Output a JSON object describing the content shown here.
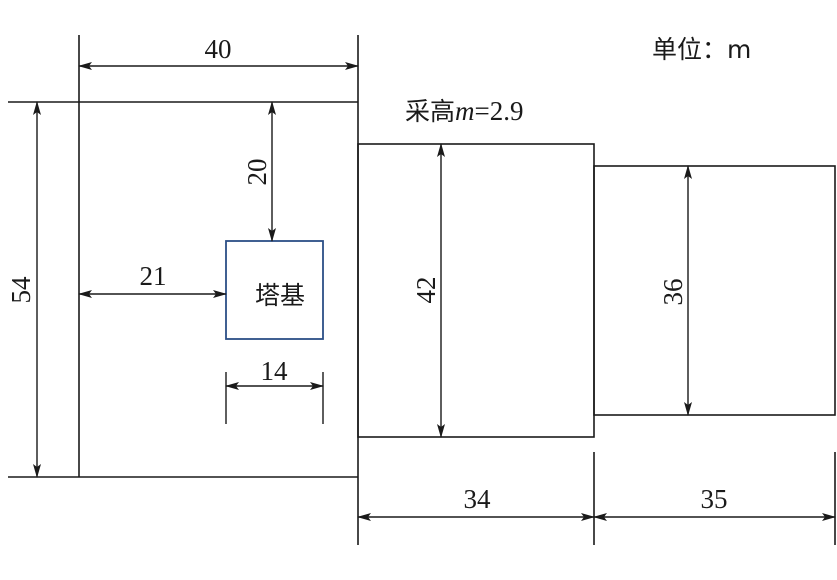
{
  "unit_label": "单位：m",
  "mining_height": {
    "prefix": "采高",
    "symbol": "m",
    "value": "=2.9"
  },
  "tower_base": {
    "label": "塔基",
    "border_color": "#2b4f86"
  },
  "colors": {
    "line": "#1a1a1a",
    "tower_border": "#2b4f86"
  },
  "dimensions": {
    "left_width": "40",
    "left_height": "54",
    "tower_top_offset": "20",
    "tower_left_offset": "21",
    "tower_width": "14",
    "panel1_height": "42",
    "panel1_width": "34",
    "panel2_height": "36",
    "panel2_width": "35"
  }
}
